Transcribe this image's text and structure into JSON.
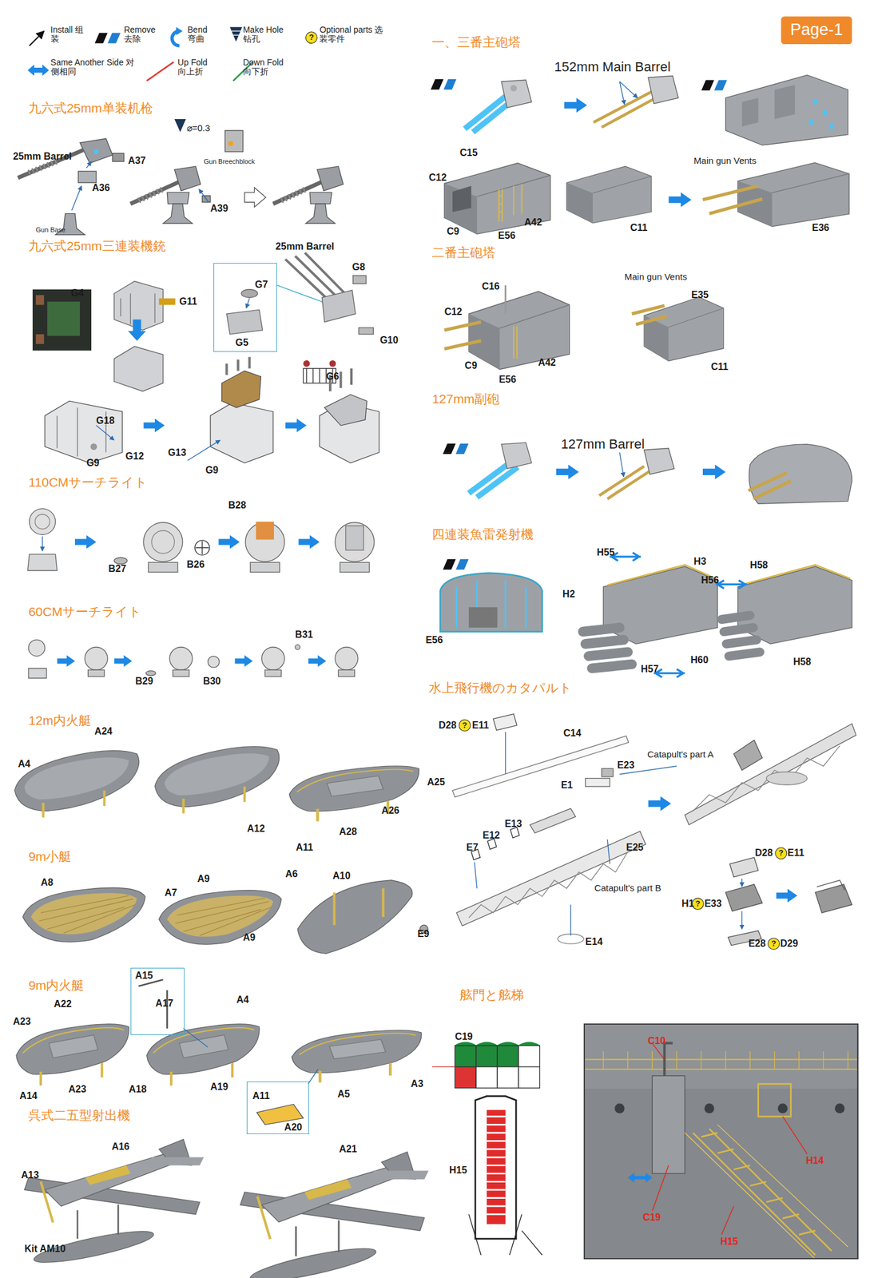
{
  "diagram": {
    "nodes": [
      {
        "text": [
          "Page-1"
        ]
      },
      {
        "text": [
          "G7",
          "G5"
        ]
      },
      {
        "text": [
          "A15",
          "A17"
        ]
      },
      {
        "text": [
          "A11",
          "A20"
        ]
      },
      {
        "text": [
          "C10",
          "H14",
          "C19",
          "H15"
        ]
      }
    ],
    "labels": [
      "九六式25mm单装机枪",
      "⌀=0.3",
      "Gun Breechblock",
      "25mm Barrel",
      "A37",
      "A36",
      "Gun Base",
      "A39",
      "九六式25mm三連装機銃",
      "25mm Barrel",
      "G8",
      "G4",
      "G11",
      "G10",
      "G6",
      "G18",
      "G12",
      "G9",
      "G13",
      "G9",
      "110CMサーチライト",
      "B28",
      "B27",
      "B26",
      "60CMサーチライト",
      "B31",
      "B29",
      "B30",
      "12m内火艇",
      "A24",
      "A4",
      "A25",
      "A26",
      "A12",
      "A28",
      "A11",
      "9m小艇",
      "A8",
      "A9",
      "A6",
      "A10",
      "A7",
      "A9",
      "9m内火艇",
      "A22",
      "A4",
      "A23",
      "A14",
      "A23",
      "A18",
      "A19",
      "A5",
      "A3",
      "呉式二五型射出機",
      "A16",
      "A13",
      "Kit AM10",
      "A21",
      "一、三番主砲塔",
      "152mm Main Barrel",
      "C15",
      "C12",
      "Main gun Vents",
      "C9",
      "A42",
      "E56",
      "C11",
      "E36",
      "二番主砲塔",
      "C16",
      "Main gun Vents",
      "E35",
      "C12",
      "C9",
      "A42",
      "E56",
      "C11",
      "127mm副砲",
      "127mm Barrel",
      "四連装魚雷発射機",
      "H55",
      "H3",
      "H58",
      "H2",
      "H56",
      "E56",
      "H57",
      "H60",
      "H58",
      "水上飛行機のカタパルト",
      "D28",
      "?",
      "E11",
      "C14",
      "E23",
      "Catapult's part A",
      "E1",
      "E13",
      "E12",
      "E7",
      "E25",
      "Catapult's part B",
      "D28",
      "?",
      "E11",
      "H1",
      "?",
      "E33",
      "E9",
      "E14",
      "E28",
      "?",
      "D29",
      "舷門と舷梯",
      "C19",
      "H15",
      "?"
    ],
    "legend": [
      {
        "text": "Install 组装"
      },
      {
        "text": "Remove 去除"
      },
      {
        "text": "Bend 弯曲"
      },
      {
        "text": "Make Hole 钻孔"
      },
      {
        "text": "Optional parts 选装零件"
      },
      {
        "text": "Same Another Side 对侧相同"
      },
      {
        "text": "Up Fold 向上折"
      },
      {
        "text": "Down Fold 向下折"
      }
    ]
  }
}
